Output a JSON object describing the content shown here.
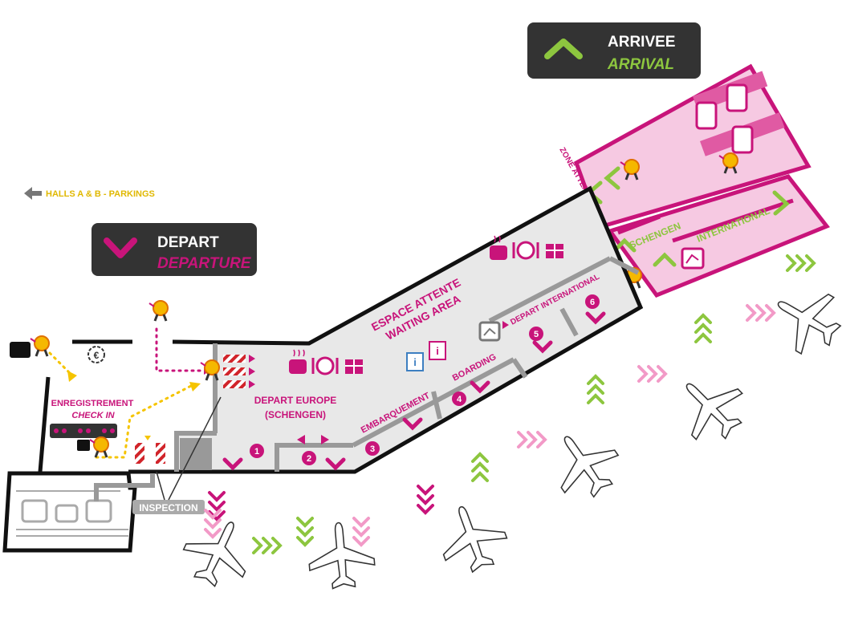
{
  "signs": {
    "arrival": {
      "title_fr": "ARRIVEE",
      "title_en": "ARRIVAL"
    },
    "departure": {
      "title_fr": "DEPART",
      "title_en": "DEPARTURE"
    }
  },
  "labels": {
    "halls_parkings": "HALLS A & B - PARKINGS",
    "checkin_fr": "ENREGISTREMENT",
    "checkin_en": "CHECK IN",
    "inspection": "INSPECTION",
    "depart_europe_1": "DEPART EUROPE",
    "depart_europe_2": "(SCHENGEN)",
    "waiting_fr": "ESPACE ATTENTE",
    "waiting_en": "WAITING AREA",
    "embarquement": "EMBARQUEMENT",
    "boarding": "BOARDING",
    "depart_international": "DEPART  INTERNATIONAL",
    "zone_attendant": "ZONE ATTENDANT",
    "schengen": "SCHENGEN",
    "international": "INTERNATIONAL"
  },
  "gates": [
    "1",
    "2",
    "3",
    "4",
    "5",
    "6"
  ],
  "icons": {
    "exchange": "euro-exchange-icon",
    "food": [
      "cafe-icon",
      "restaurant-icon",
      "gift-shop-icon"
    ],
    "toilets": "toilets-icon",
    "lounge": "lounge-icon",
    "baggage_claim": "baggage-claim-icon",
    "aircraft": "airplane-icon",
    "passenger": "passenger-mascot-icon"
  },
  "colors": {
    "magenta": "#c8147a",
    "green": "#8dc63f",
    "arrival_zone": "#f6c9e2",
    "terminal_floor": "#e8e8e8",
    "walls": "#111111",
    "path_gold": "#f5c400",
    "sign_dark": "#333333"
  }
}
